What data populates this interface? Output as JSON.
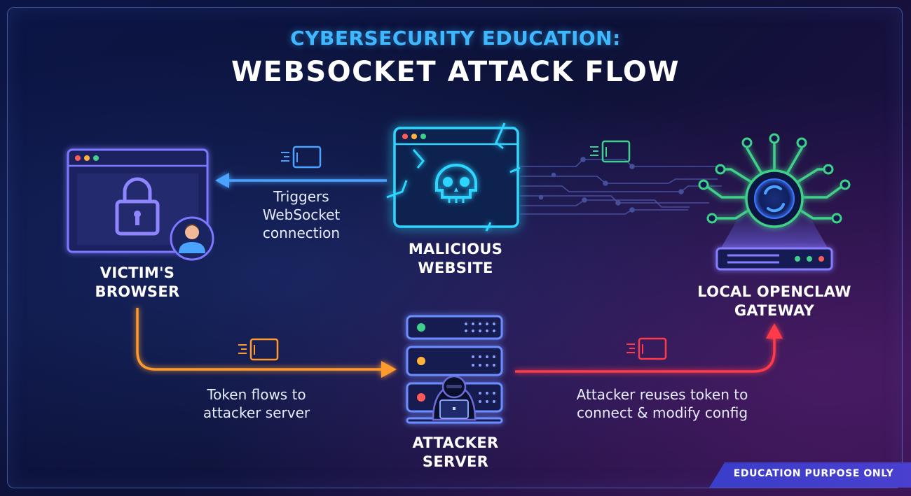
{
  "header": {
    "subtitle": "CYBERSECURITY EDUCATION:",
    "title": "WEBSOCKET ATTACK FLOW"
  },
  "nodes": {
    "victim_browser": {
      "label_line1": "VICTIM'S",
      "label_line2": "BROWSER",
      "icon": "lock-browser-icon"
    },
    "malicious_website": {
      "label_line1": "MALICIOUS",
      "label_line2": "WEBSITE",
      "icon": "skull-browser-icon"
    },
    "local_gateway": {
      "label_line1": "LOCAL OPENCLAW",
      "label_line2": "GATEWAY",
      "icon": "gateway-hub-icon"
    },
    "attacker_server": {
      "label_line1": "ATTACKER",
      "label_line2": "SERVER",
      "icon": "server-hacker-icon"
    }
  },
  "edges": {
    "triggers": {
      "line1": "Triggers",
      "line2": "WebSocket",
      "line3": "connection",
      "color": "#4aa3ff"
    },
    "token_flow": {
      "line1": "Token flows to",
      "line2": "attacker server",
      "color": "#ff9a2e"
    },
    "reuse": {
      "line1": "Attacker reuses token to",
      "line2": "connect & modify config",
      "color": "#ff3b4a"
    }
  },
  "badge": {
    "text": "EDUCATION PURPOSE ONLY"
  },
  "colors": {
    "accent_blue": "#3fb8ff",
    "cyan_glow": "#2fd6ff",
    "gateway_green": "#3fd08a",
    "browser_purple": "#8a7cff"
  }
}
